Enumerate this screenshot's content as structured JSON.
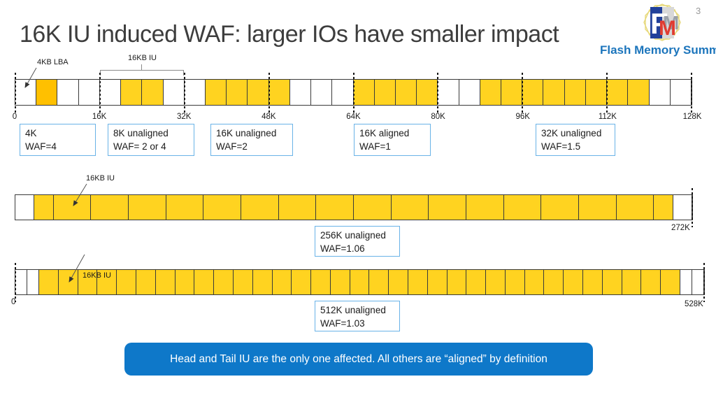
{
  "slide": {
    "title": "16K IU induced WAF: larger IOs have smaller impact",
    "slide_number": "3",
    "logo_name": "Flash Memory Summit",
    "logo_monogram_f": "F",
    "logo_monogram_m": "M"
  },
  "colors": {
    "cell_yellow": "#FFD320",
    "cell_orange": "#FFC000",
    "callout_border_blue": "#69B3E7",
    "banner_blue": "#0E78C9",
    "banner_text": "#FFFFFF",
    "logo_blue": "#1C75BC",
    "logo_red": "#E03C31",
    "logo_star_yellow": "#E6D87A"
  },
  "annotations": {
    "lba_label": "4KB LBA",
    "iu_label_top": "16KB IU",
    "iu_label_bar2": "16KB IU",
    "iu_label_bar3": "16KB IU"
  },
  "bar1": {
    "axis_labels": [
      "0",
      "16K",
      "32K",
      "48K",
      "64K",
      "80K",
      "96K",
      "112K",
      "128K"
    ],
    "ticks": [
      0,
      12.5,
      25,
      37.5,
      50,
      62.5,
      75,
      87.5,
      100
    ],
    "cells": [
      "w",
      "o",
      "w",
      "w",
      "w",
      "y",
      "y",
      "w",
      "w",
      "y",
      "y",
      "y",
      "y",
      "w",
      "w",
      "w",
      "y",
      "y",
      "y",
      "y",
      "w",
      "w",
      "y",
      "y",
      "y",
      "y",
      "y",
      "y",
      "y",
      "y",
      "w",
      "w"
    ]
  },
  "callouts_row1": [
    {
      "lines": [
        "4K",
        "WAF=4"
      ]
    },
    {
      "lines": [
        "8K unaligned",
        "WAF= 2 or 4"
      ]
    },
    {
      "lines": [
        "16K unaligned",
        "WAF=2"
      ]
    },
    {
      "lines": [
        "16K aligned",
        "WAF=1"
      ]
    },
    {
      "lines": [
        "32K unaligned",
        "WAF=1.5"
      ]
    }
  ],
  "bar2": {
    "ticks": [
      100
    ],
    "end_label": "272K",
    "cells": [
      [
        "w",
        1
      ],
      [
        "y",
        1
      ],
      [
        "y",
        2
      ],
      [
        "y",
        2
      ],
      [
        "y",
        2
      ],
      [
        "y",
        2
      ],
      [
        "y",
        2
      ],
      [
        "y",
        2
      ],
      [
        "y",
        2
      ],
      [
        "y",
        2
      ],
      [
        "y",
        2
      ],
      [
        "y",
        2
      ],
      [
        "y",
        2
      ],
      [
        "y",
        2
      ],
      [
        "y",
        2
      ],
      [
        "y",
        2
      ],
      [
        "y",
        2
      ],
      [
        "y",
        2
      ],
      [
        "y",
        1
      ],
      [
        "w",
        1
      ]
    ],
    "callout": {
      "lines": [
        "256K unaligned",
        "WAF=1.06"
      ]
    }
  },
  "bar3": {
    "ticks": [
      0,
      100
    ],
    "start_label": "0",
    "end_label": "528K",
    "cells": [
      [
        "w",
        0.6
      ],
      [
        "w",
        0.6
      ],
      [
        "y",
        1
      ],
      [
        "y",
        1
      ],
      [
        "y",
        1
      ],
      [
        "y",
        1
      ],
      [
        "y",
        1
      ],
      [
        "y",
        1
      ],
      [
        "y",
        1
      ],
      [
        "y",
        1
      ],
      [
        "y",
        1
      ],
      [
        "y",
        1
      ],
      [
        "y",
        1
      ],
      [
        "y",
        1
      ],
      [
        "y",
        1
      ],
      [
        "y",
        1
      ],
      [
        "y",
        1
      ],
      [
        "y",
        1
      ],
      [
        "y",
        1
      ],
      [
        "y",
        1
      ],
      [
        "y",
        1
      ],
      [
        "y",
        1
      ],
      [
        "y",
        1
      ],
      [
        "y",
        1
      ],
      [
        "y",
        1
      ],
      [
        "y",
        1
      ],
      [
        "y",
        1
      ],
      [
        "y",
        1
      ],
      [
        "y",
        1
      ],
      [
        "y",
        1
      ],
      [
        "y",
        1
      ],
      [
        "y",
        1
      ],
      [
        "y",
        1
      ],
      [
        "y",
        1
      ],
      [
        "y",
        1
      ],
      [
        "w",
        0.6
      ],
      [
        "w",
        0.6
      ]
    ],
    "callout": {
      "lines": [
        "512K unaligned",
        "WAF=1.03"
      ]
    }
  },
  "banner": {
    "text": "Head and Tail IU are the only one affected. All others are “aligned” by definition"
  }
}
